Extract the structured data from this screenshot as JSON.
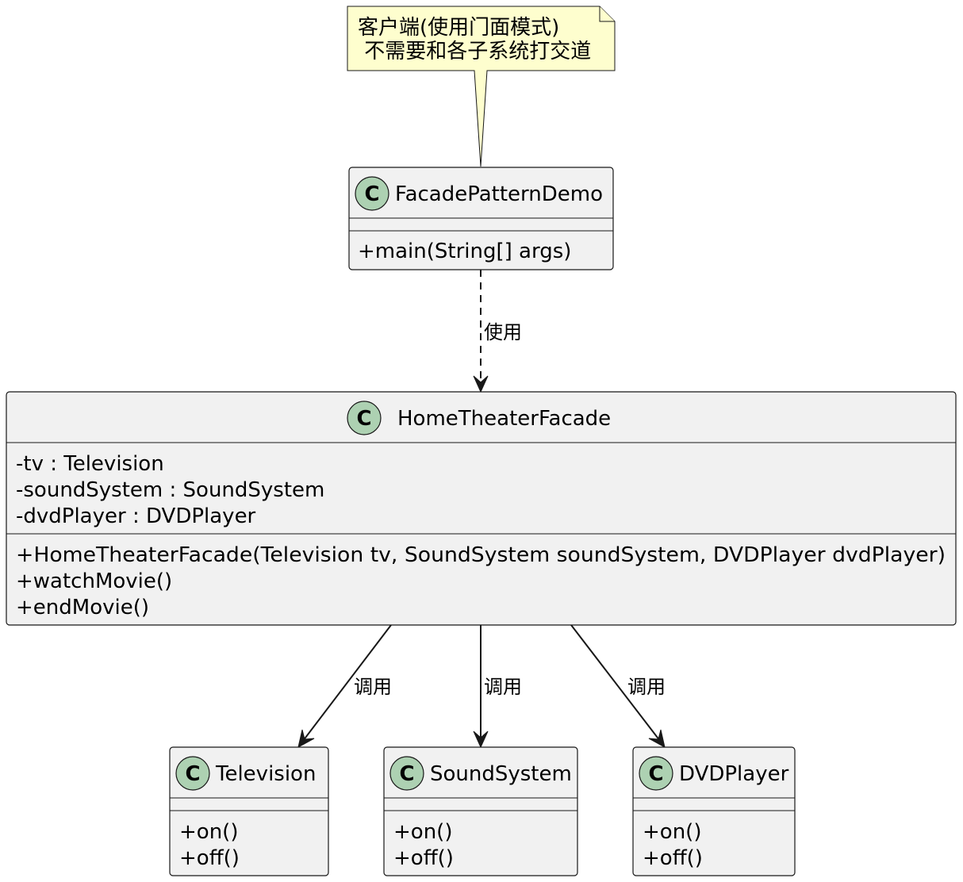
{
  "note": {
    "lines": [
      "客户端(使用门面模式)",
      " 不需要和各子系统打交道"
    ]
  },
  "classes": {
    "facade_demo": {
      "name": "FacadePatternDemo",
      "badge": "C",
      "fields": [],
      "methods": [
        "+main(String[] args)"
      ]
    },
    "home_theater": {
      "name": "HomeTheaterFacade",
      "badge": "C",
      "fields": [
        "-tv : Television",
        "-soundSystem : SoundSystem",
        "-dvdPlayer : DVDPlayer"
      ],
      "methods": [
        "+HomeTheaterFacade(Television tv, SoundSystem soundSystem, DVDPlayer dvdPlayer)",
        "+watchMovie()",
        "+endMovie()"
      ]
    },
    "television": {
      "name": "Television",
      "badge": "C",
      "fields": [],
      "methods": [
        "+on()",
        "+off()"
      ]
    },
    "sound_system": {
      "name": "SoundSystem",
      "badge": "C",
      "fields": [],
      "methods": [
        "+on()",
        "+off()"
      ]
    },
    "dvd_player": {
      "name": "DVDPlayer",
      "badge": "C",
      "fields": [],
      "methods": [
        "+on()",
        "+off()"
      ]
    }
  },
  "edges": {
    "uses": "使用",
    "calls_tv": "调用",
    "calls_sound": "调用",
    "calls_dvd": "调用"
  },
  "colors": {
    "class_fill": "#f1f1f1",
    "badge_fill": "#add1b2",
    "note_fill": "#fefece",
    "line": "#181818"
  }
}
